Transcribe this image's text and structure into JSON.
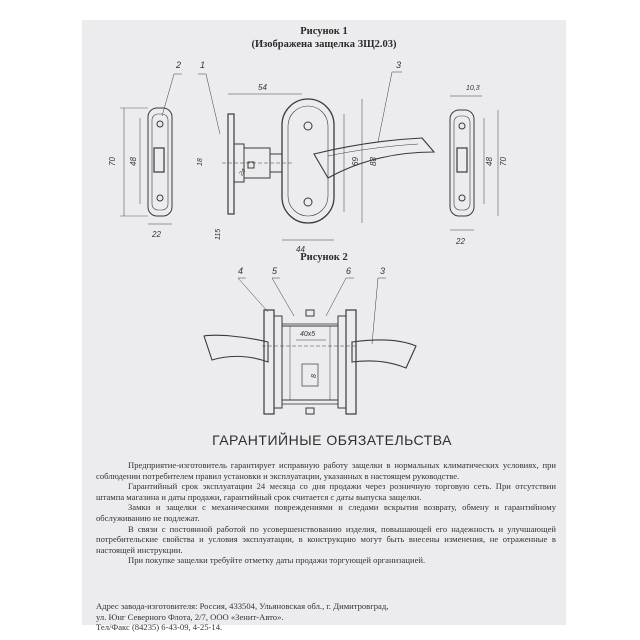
{
  "figure1": {
    "title": "Рисунок 1",
    "subtitle": "(Изображена защелка ЗЩ2.03)",
    "callouts": [
      "2",
      "1",
      "3"
    ],
    "dims": {
      "d54": "54",
      "d70a": "70",
      "d48a": "48",
      "d22a": "22",
      "d18": "18",
      "d24": "24",
      "d115": "115",
      "d44": "44",
      "d69": "69",
      "d88": "88",
      "d103": "10,3",
      "d48b": "48",
      "d70b": "70",
      "d22b": "22"
    }
  },
  "figure2": {
    "title": "Рисунок 2",
    "callouts": [
      "4",
      "5",
      "6",
      "3"
    ],
    "dims": {
      "bolt": "40х5",
      "square": "8"
    }
  },
  "guarantee": {
    "heading": "ГАРАНТИЙНЫЕ ОБЯЗАТЕЛЬСТВА",
    "paragraphs": [
      "Предприятие-изготовитель гарантирует исправную работу защелки в нормальных климатических условиях, при соблюдении потребителем правил установки и эксплуатации, указанных в настоящем руководстве.",
      "Гарантийный срок эксплуатации 24 месяца со дня продажи через розничную торговую сеть. При отсутствии штампа магазина и даты продажи, гарантийный срок считается с даты выпуска защелки.",
      "Замки и защелки с механическими повреждениями и следами вскрытия возврату, обмену и гарантийному обслуживанию не подлежат.",
      "В связи с постоянной работой по усовершенствованию изделия, повышающей его надежность и улучшающей потребительские свойства и условия эксплуатации, в конструкцию могут быть внесены изменения, не отраженные в настоящей инструкции.",
      "При покупке защелки требуйте отметку даты продажи торгующей организацией."
    ],
    "address": [
      "Адрес завода-изготовителя: Россия, 433504, Ульяновская обл., г. Димитровград,",
      "ул. Юнг Северного Флота, 2/7, ООО «Зенит-Авто».",
      "Тел/Факс (84235) 6-43-09, 4-25-14."
    ]
  }
}
